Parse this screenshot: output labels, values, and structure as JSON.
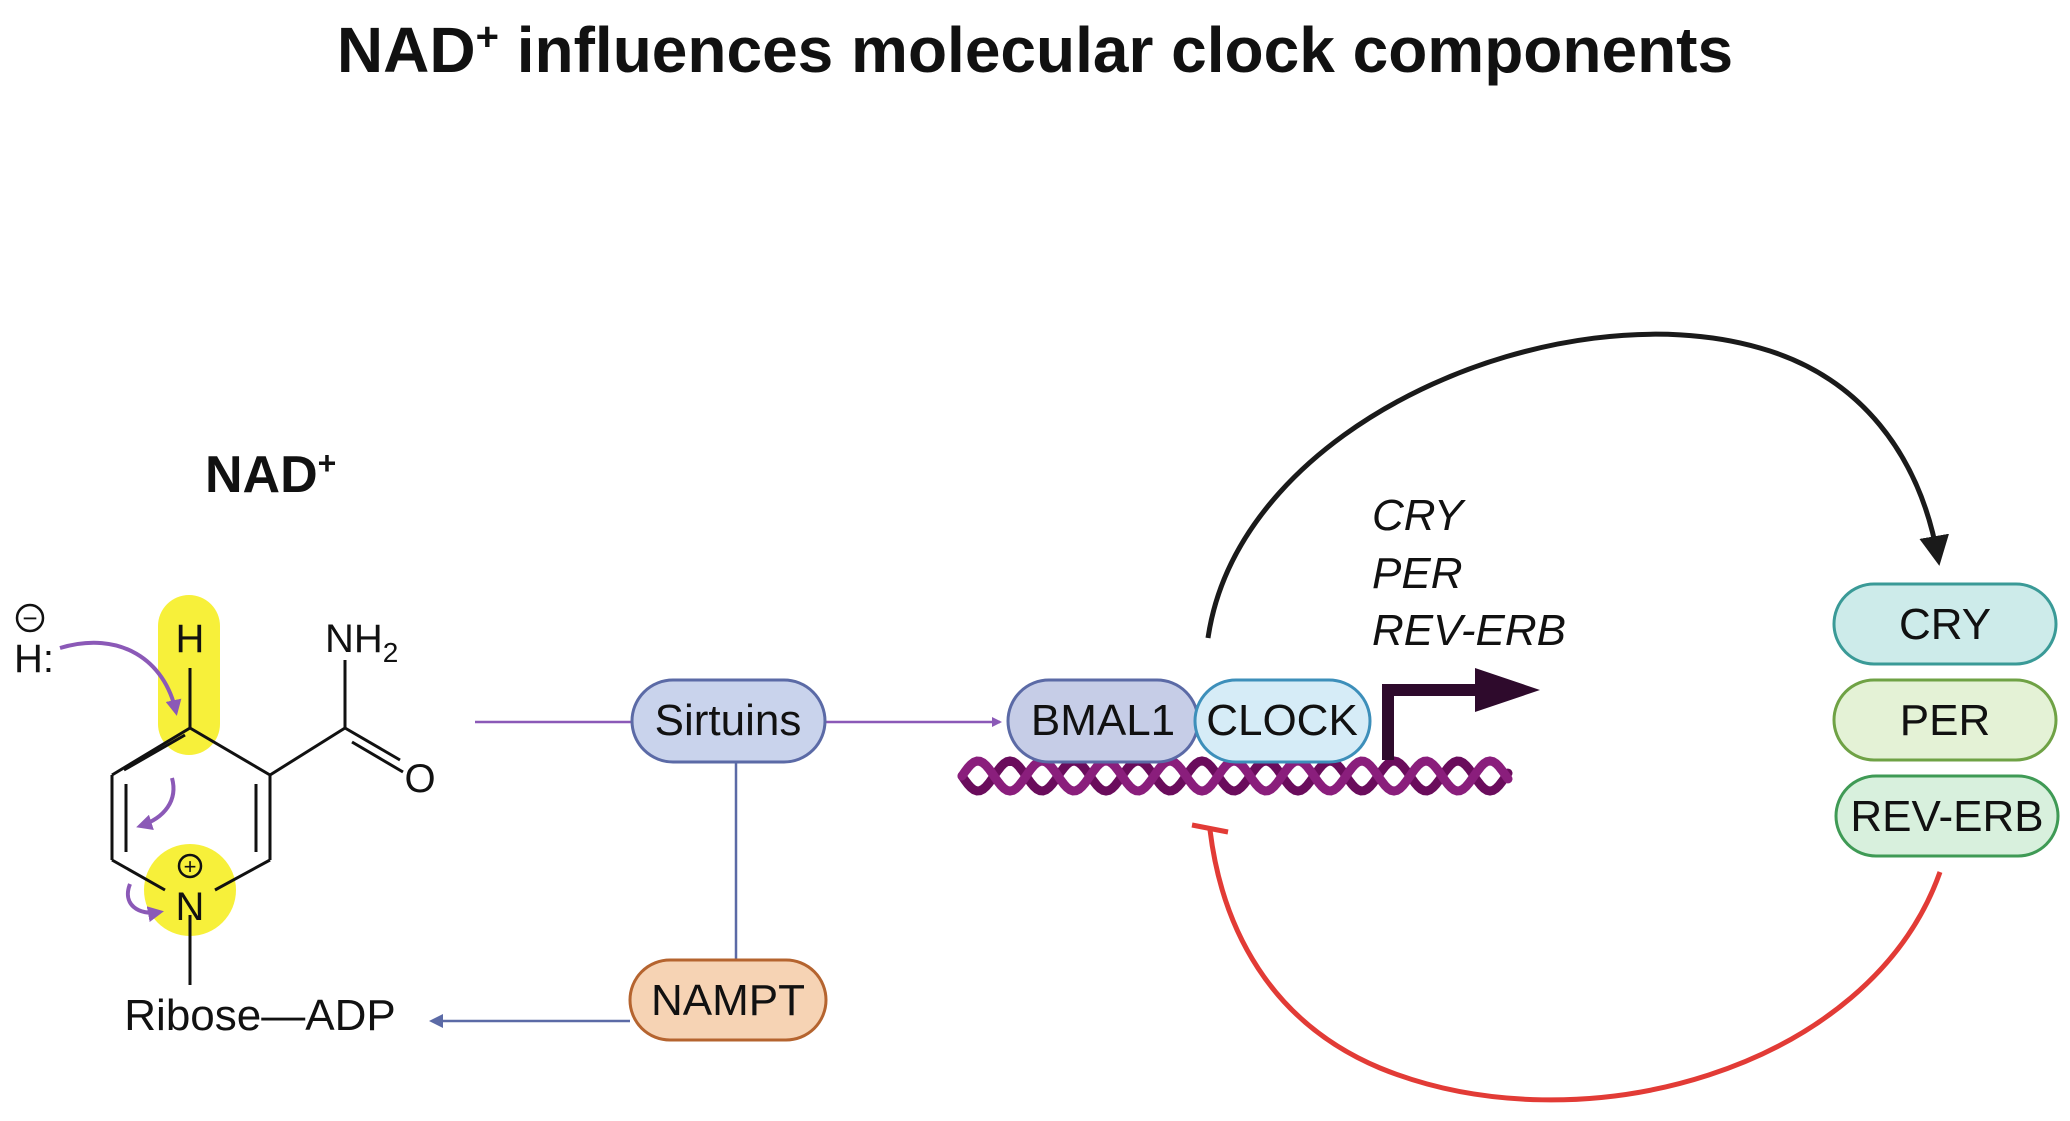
{
  "title": {
    "prefix": "NAD",
    "sup": "+",
    "rest": " influences molecular clock components"
  },
  "molecule": {
    "label": "NAD",
    "label_sup": "+",
    "hydride": "H:",
    "hydride_charge": "−",
    "ring_h": "H",
    "nh2_n": "NH",
    "nh2_sub": "2",
    "carbonyl_o": "O",
    "ring_n": "N",
    "ring_n_charge": "+",
    "ribose_adp": "Ribose—ADP"
  },
  "nodes": {
    "sirtuins": "Sirtuins",
    "nampt": "NAMPT",
    "bmal1": "BMAL1",
    "clock": "CLOCK"
  },
  "genes": [
    "CRY",
    "PER",
    "REV-ERB"
  ],
  "proteins": [
    "CRY",
    "PER",
    "REV-ERB"
  ],
  "colors": {
    "highlight": "#f7f03a",
    "mechanism_arrow": "#8b59b7",
    "sirtuin_fill": "#c9d3ec",
    "sirtuin_stroke": "#5b6aa6",
    "nampt_fill": "#f6d3b4",
    "nampt_stroke": "#b5642f",
    "bmal1_fill": "#c6cde7",
    "clock_fill": "#d6ecf7",
    "clock_stroke": "#3d8fba",
    "dna": "#6a0c5c",
    "promoter": "#2e0a2c",
    "activation_arc": "#1a1a1a",
    "repression_arc": "#e23b36",
    "cry_fill": "#cdebea",
    "cry_stroke": "#3a9a97",
    "per_fill": "#e4f2d6",
    "per_stroke": "#6fa245",
    "reverb_fill": "#d8f0dd",
    "reverb_stroke": "#3f9a55"
  }
}
